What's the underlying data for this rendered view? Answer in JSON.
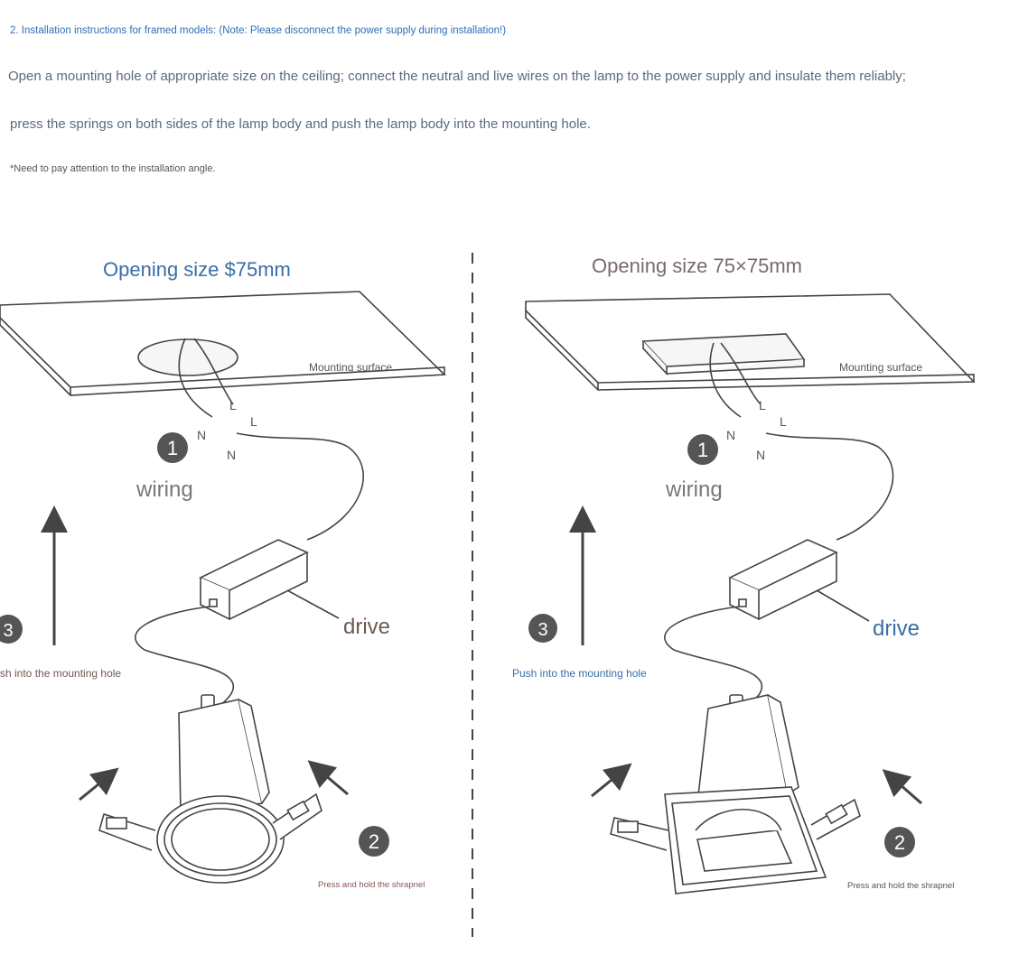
{
  "instructions": {
    "heading": "2. Installation instructions for framed models: (Note: Please disconnect the power supply during installation!)",
    "line1": "Open a mounting hole of appropriate size on the ceiling; connect the neutral and live wires on the lamp to the power supply and insulate them reliably;",
    "line2": "press the springs on both sides of the lamp body and push the lamp body into the mounting hole.",
    "note": "*Need to pay attention to the installation angle."
  },
  "left_panel": {
    "title": "Opening size $75mm",
    "mounting_surface": "Mounting surface",
    "wire_n_upper": "N",
    "wire_l_upper": "L",
    "wire_l_lower": "L",
    "wire_n_lower": "N",
    "step1_number": "1",
    "wiring": "wiring",
    "drive": "drive",
    "step3_number": "3",
    "push": "sh into the mounting hole",
    "step2_number": "2",
    "press": "Press and hold the shrapnel"
  },
  "right_panel": {
    "title": "Opening size 75×75mm",
    "mounting_surface": "Mounting surface",
    "wire_n_upper": "N",
    "wire_l_upper": "L",
    "wire_l_lower": "L",
    "wire_n_lower": "N",
    "step1_number": "1",
    "wiring": "wiring",
    "drive": "drive",
    "step3_number": "3",
    "push": "Push into the mounting hole",
    "step2_number": "2",
    "press": "Press and hold the shrapnel"
  },
  "colors": {
    "heading": "#2e6fb5",
    "body_text": "#5a6a80",
    "title_left": "#3a6ea5",
    "title_right": "#7a6a6a",
    "drive_left": "#6e5a52",
    "drive_right": "#3a6ea5",
    "line_art": "#444444",
    "step_circle": "#555555"
  }
}
